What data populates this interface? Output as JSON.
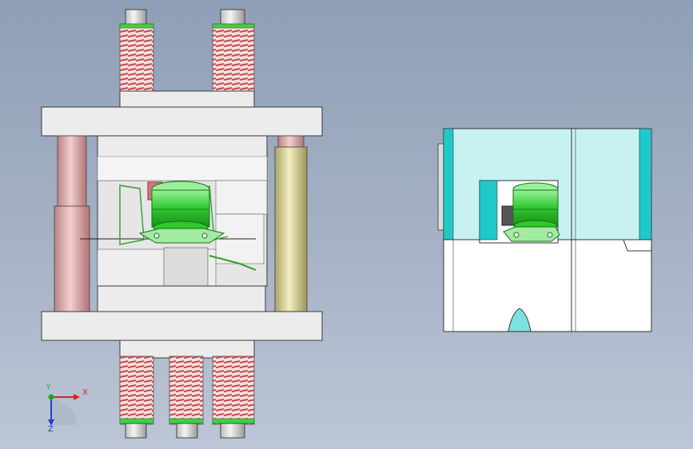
{
  "triad": {
    "x_label": "X",
    "y_label": "Y",
    "z_label": "Z",
    "x_color": "#e02020",
    "y_color": "#1aa81a",
    "z_color": "#2040d0"
  },
  "colors": {
    "plate": "#ececec",
    "plate_edge": "#3a3a3a",
    "pillar": "#dba9a9",
    "pillar_dark": "#b98383",
    "guide_post": "#d8d39a",
    "spring": "#c44a4a",
    "part_green": "#3ed23e",
    "cavity_cyan": "#7ee0e0",
    "cavity_light": "#c8f2f2",
    "cavity_teal": "#1fc9c9"
  }
}
